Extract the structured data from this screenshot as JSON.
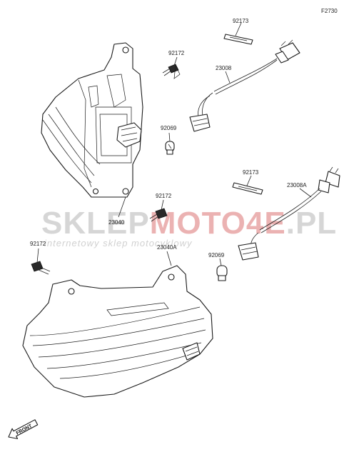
{
  "figure_code": "F2730",
  "parts": [
    {
      "id": "p92173a",
      "number": "92173"
    },
    {
      "id": "p92172a",
      "number": "92172"
    },
    {
      "id": "p23008",
      "number": "23008"
    },
    {
      "id": "p92069a",
      "number": "92069"
    },
    {
      "id": "p92173b",
      "number": "92173"
    },
    {
      "id": "p23008A",
      "number": "23008A"
    },
    {
      "id": "p92172b",
      "number": "92172"
    },
    {
      "id": "p23040",
      "number": "23040"
    },
    {
      "id": "p92172c",
      "number": "92172"
    },
    {
      "id": "p23040A",
      "number": "23040A"
    },
    {
      "id": "p92069b",
      "number": "92069"
    }
  ],
  "watermark": {
    "brand_a": "SKLEP",
    "brand_b": "MOTO",
    "brand_c": "4E",
    "brand_d": ".PL",
    "tagline": "internetowy sklep motocyklowy",
    "colors": {
      "grey": "#cfcfcf",
      "red": "#e8a5a5"
    }
  },
  "direction_marker": "FRONT"
}
